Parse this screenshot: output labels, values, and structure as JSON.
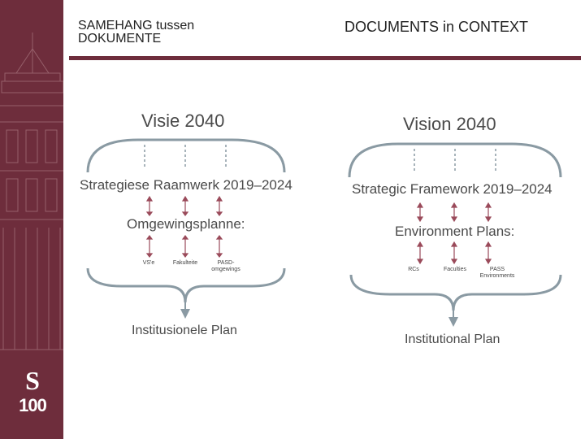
{
  "header": {
    "title_left": "SAMEHANG tussen DOKUMENTE",
    "title_right": "DOCUMENTS in CONTEXT"
  },
  "logo": {
    "mark": "S",
    "number": "100"
  },
  "diagram_left": {
    "vision": "Visie 2040",
    "framework": "Strategiese Raamwerk 2019–2024",
    "environment": "Omgewingsplanne:",
    "items": [
      "VS'e",
      "Fakulteite",
      "PASD-\nomgewings"
    ],
    "plan": "Institusionele Plan"
  },
  "diagram_right": {
    "vision": "Vision 2040",
    "framework": "Strategic Framework 2019–2024",
    "environment": "Environment Plans:",
    "items": [
      "RCs",
      "Faculties",
      "PASS\nEnvironments"
    ],
    "plan": "Institutional Plan"
  },
  "colors": {
    "sidebar": "#6e2d3c",
    "rule": "#6e2d3c",
    "diagram_line": "#8a9aa3",
    "arrow": "#9a4a5a"
  }
}
